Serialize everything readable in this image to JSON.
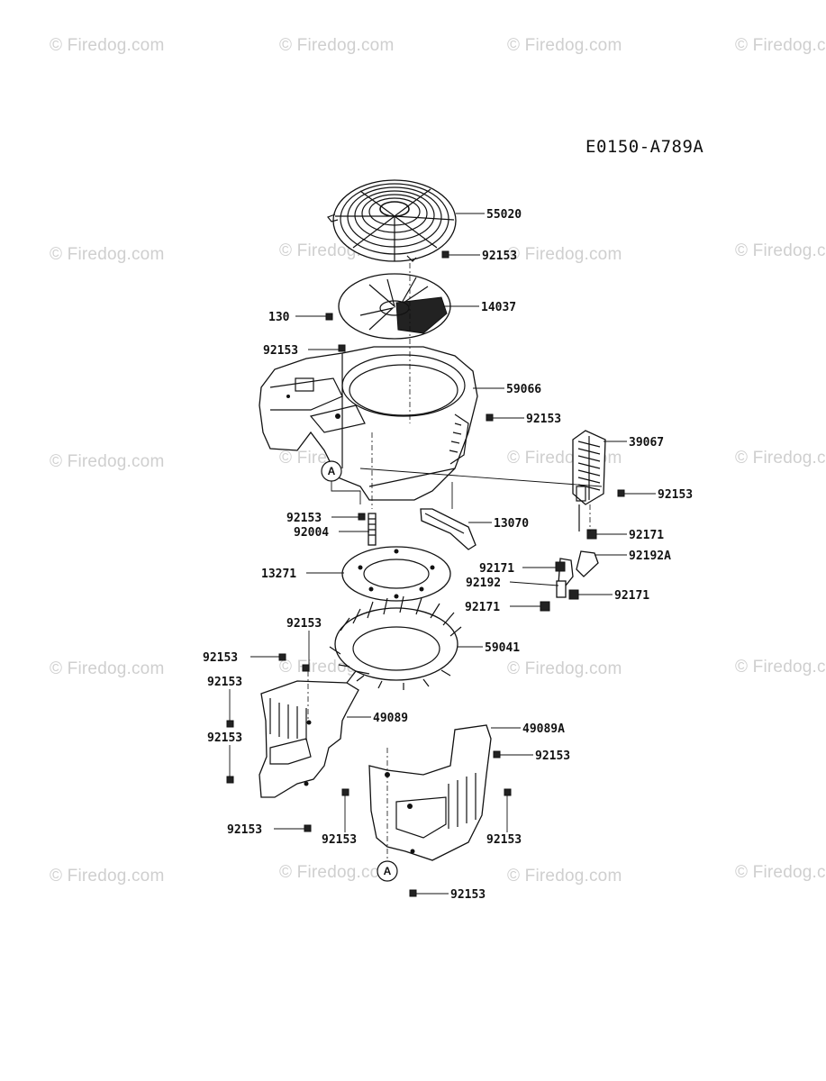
{
  "diagram_code": "E0150-A789A",
  "watermark": "© Firedog.com",
  "reference_marker": "A",
  "callouts": {
    "p55020": "55020",
    "p92153_a": "92153",
    "p14037": "14037",
    "p130": "130",
    "p92153_b": "92153",
    "p59066": "59066",
    "p92153_c": "92153",
    "p39067": "39067",
    "p92153_d": "92153",
    "p92153_e": "92153",
    "p92004": "92004",
    "p13070": "13070",
    "p92171_a": "92171",
    "p92192A": "92192A",
    "p13271": "13271",
    "p92171_b": "92171",
    "p92192": "92192",
    "p92171_c": "92171",
    "p92171_d": "92171",
    "p92153_f": "92153",
    "p92153_g": "92153",
    "p59041": "59041",
    "p92153_h": "92153",
    "p49089": "49089",
    "p92153_i": "92153",
    "p49089A": "49089A",
    "p92153_j": "92153",
    "p92153_k": "92153",
    "p92153_l": "92153",
    "p92153_m": "92153",
    "p92153_n": "92153"
  }
}
